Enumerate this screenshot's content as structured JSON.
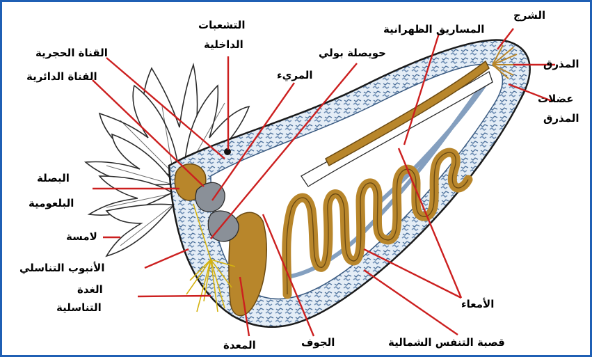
{
  "labels": {
    "anus": "الشرج",
    "dorsal_mesentery": "المساريق الظهرانية",
    "internal_branches": [
      "التشعبات",
      "الداخلية"
    ],
    "stone_canal": "القناة الحجرية",
    "polian_vesicle": "حويصلة بولي",
    "ring_canal": "القناة الدائرية",
    "esophagus": "المريء",
    "cloaca": "المذرق",
    "cloacal_muscles": [
      "عضلات",
      "المذرق"
    ],
    "pharyngeal_bulb": [
      "البصلة",
      "البلعومية"
    ],
    "tentacle": "لامسة",
    "genital_duct": "الأنبوب التناسلي",
    "gonad": [
      "الغدة",
      "التناسلية"
    ],
    "intestine": "الأمعاء",
    "stomach": "المعدة",
    "coelom": "الجوف",
    "respiratory_tree": "قصبة التنفس الشمالية"
  },
  "colors": {
    "border": "#1f5fb4",
    "leader_line": "#cc1f1f",
    "gut": "#b8862b",
    "gut_dark": "#6b4a12",
    "body_texture": "#6f8fb5",
    "body_fill": "#e4edf6",
    "organ_grey": "#8a9098",
    "gonad": "#f0d020"
  }
}
